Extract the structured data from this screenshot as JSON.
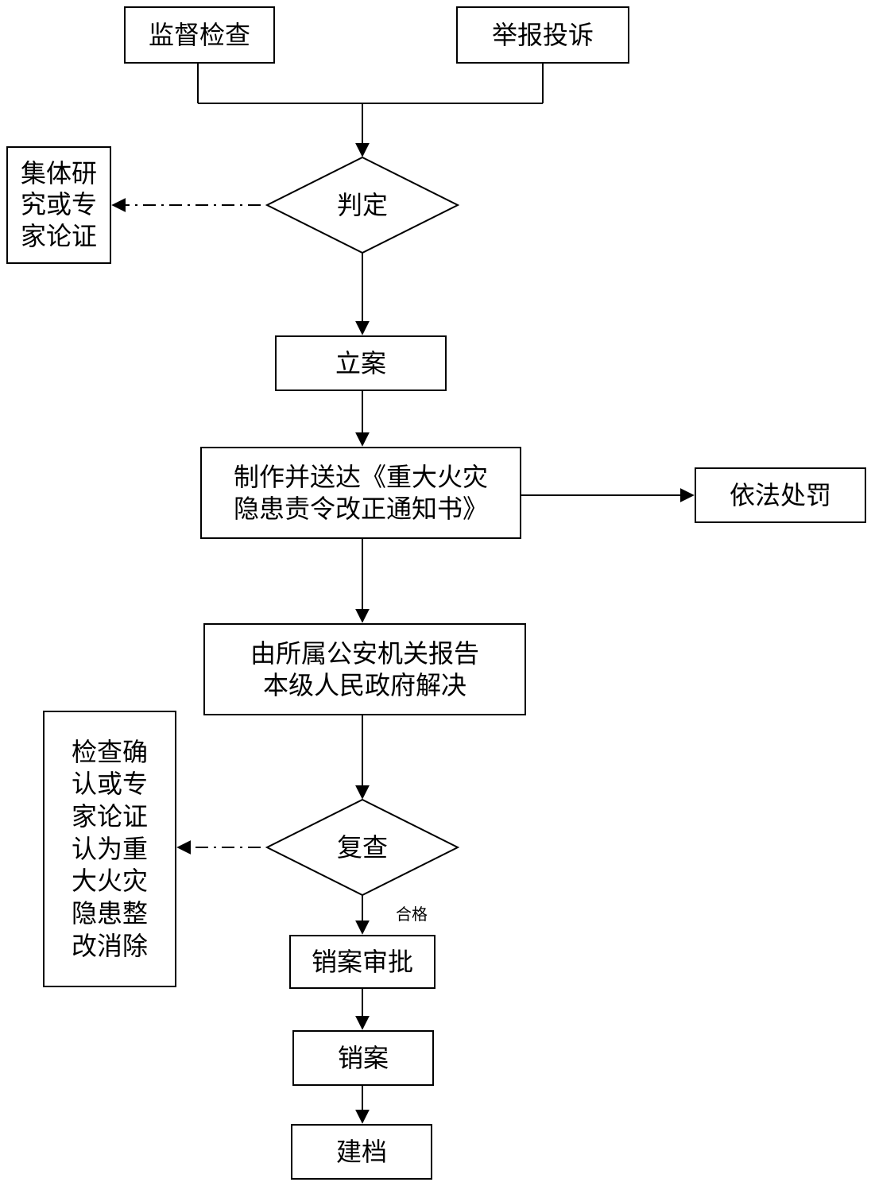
{
  "flow": {
    "supervision": "监督检查",
    "report": "举报投诉",
    "judge": "判定",
    "collective": [
      "集体研",
      "究或专",
      "家论证"
    ],
    "file_case": "立案",
    "notice": [
      "制作并送达《重大火灾",
      "隐患责令改正通知书》"
    ],
    "penalty": "依法处罚",
    "report_gov": [
      "由所属公安机关报告",
      "本级人民政府解决"
    ],
    "recheck_confirm": [
      "检查确",
      "认或专",
      "家论证",
      "认为重",
      "大火灾",
      "隐患整",
      "改消除"
    ],
    "recheck": "复查",
    "qualified": "合格",
    "close_approval": "销案审批",
    "close": "销案",
    "archive": "建档"
  },
  "style": {
    "line_color": "#000000",
    "background": "#ffffff"
  }
}
